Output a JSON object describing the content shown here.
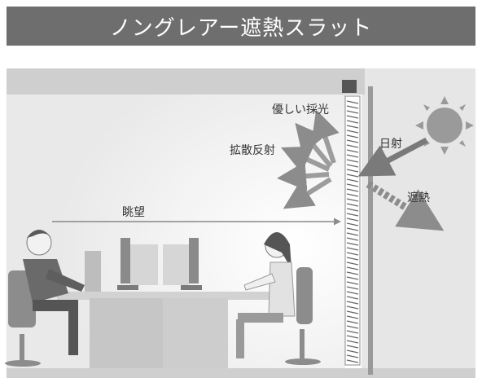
{
  "title": "ノングレアー遮熱スラット",
  "labels": {
    "gentle_light": "優しい採光",
    "diffuse_reflection": "拡散反射",
    "solar_radiation": "日射",
    "heat_shield": "遮熱",
    "view": "眺望"
  },
  "colors": {
    "banner": "#6e6e6e",
    "room_bg": "#ececec",
    "outside_bg": "#e4e4e4",
    "ceiling": "#cfcfcf",
    "arrow": "#8c8c8c",
    "sun": "#9a9a9a"
  }
}
